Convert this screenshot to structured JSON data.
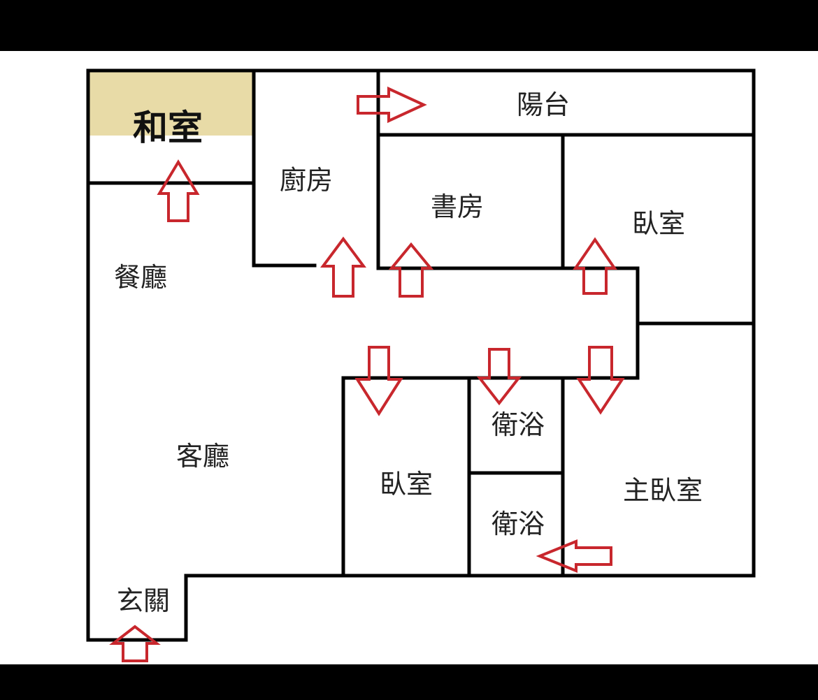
{
  "floorplan": {
    "accent_color": "#e8dba8",
    "arrow_color": "#c8282d",
    "rooms": {
      "washitsu": "和室",
      "kitchen": "廚房",
      "balcony": "陽台",
      "study": "書房",
      "bedroom_ne": "臥室",
      "dining": "餐廳",
      "living": "客廳",
      "bedroom_s": "臥室",
      "bath_1": "衛浴",
      "bath_2": "衛浴",
      "master_bedroom": "主臥室",
      "entrance": "玄關"
    }
  }
}
